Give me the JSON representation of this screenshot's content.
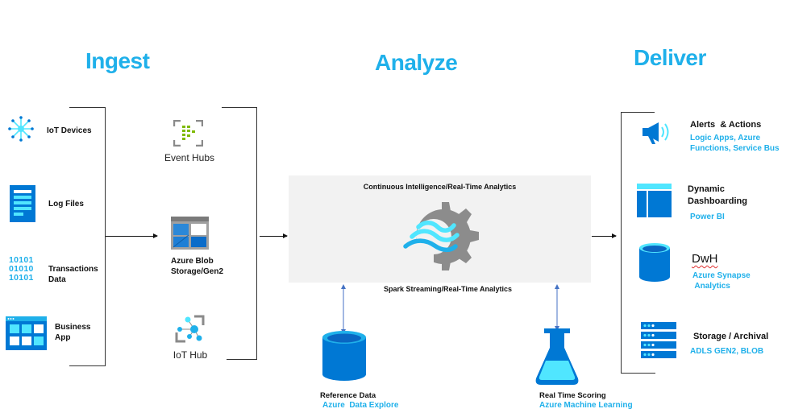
{
  "stages": {
    "ingest": "Ingest",
    "analyze": "Analyze",
    "deliver": "Deliver"
  },
  "sources": [
    {
      "icon": "iot-devices-icon",
      "label": "IoT Devices"
    },
    {
      "icon": "log-files-icon",
      "label": "Log Files"
    },
    {
      "icon": "binary-data-icon",
      "label": "Transactions\nData"
    },
    {
      "icon": "business-app-icon",
      "label": "Business\nApp"
    }
  ],
  "ingest_services": [
    {
      "icon": "event-hubs-icon",
      "label": "Event Hubs"
    },
    {
      "icon": "blob-storage-icon",
      "label": "Azure Blob\nStorage/Gen2"
    },
    {
      "icon": "iot-hub-icon",
      "label": "IoT Hub"
    }
  ],
  "analytics": {
    "title": "Continuous Intelligence/Real-Time Analytics",
    "icon": "stream-analytics-gear-icon",
    "subtitle": "Spark Streaming/Real-Time Analytics",
    "reference": {
      "label": "Reference Data",
      "service": "Azure  Data Explore",
      "icon": "database-icon"
    },
    "scoring": {
      "label": "Real Time Scoring",
      "service": "Azure Machine Learning",
      "icon": "flask-icon"
    }
  },
  "outputs": [
    {
      "icon": "megaphone-icon",
      "label": "Alerts  & Actions",
      "service": "Logic Apps, Azure\nFunctions, Service Bus"
    },
    {
      "icon": "dashboard-icon",
      "label": "Dynamic\nDashboarding",
      "service": "Power BI"
    },
    {
      "icon": "warehouse-database-icon",
      "label": "DwH",
      "service": "Azure Synapse\n Analytics"
    },
    {
      "icon": "storage-server-icon",
      "label": "Storage / Archival",
      "service": "ADLS GEN2, BLOB"
    }
  ],
  "colors": {
    "accent": "#1fb0ea",
    "azure_blue": "#0078d4",
    "light_cyan": "#50e6ff",
    "gray": "#8a8a8a",
    "green": "#7fba00"
  }
}
